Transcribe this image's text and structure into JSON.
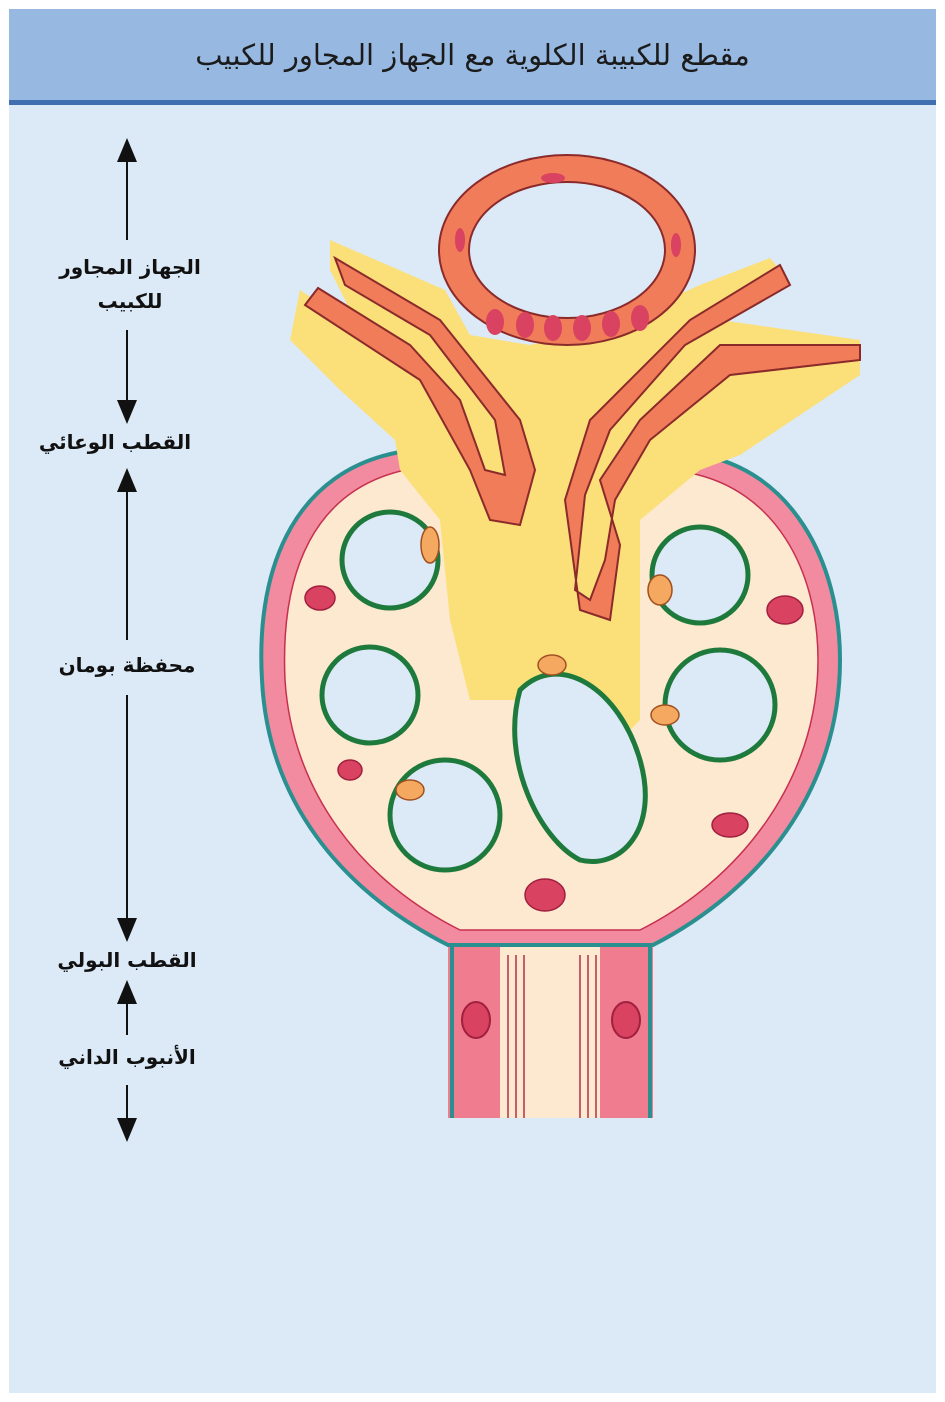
{
  "title": "مقطع للكبيبة الكلوية مع الجهاز المجاور للكبيب",
  "labels": {
    "juxtaglomerular_line1": "الجهاز المجاور",
    "juxtaglomerular_line2": "للكبيب",
    "vascular_pole": "القطب الوعائي",
    "bowman_capsule": "محفظة بومان",
    "urinary_pole": "القطب البولي",
    "proximal_tubule": "الأنبوب الداني"
  },
  "colors": {
    "background": "#dce9f6",
    "header": "#97b8e0",
    "header_border": "#3f6fb0",
    "mesangium": "#fbe07a",
    "arteriole_wall": "#f07c5a",
    "capillary_cell": "#f28aa0",
    "podocyte_line": "#1e7a3c",
    "capsule": "#2a8f8f",
    "bowman_space": "#fde8d0"
  }
}
